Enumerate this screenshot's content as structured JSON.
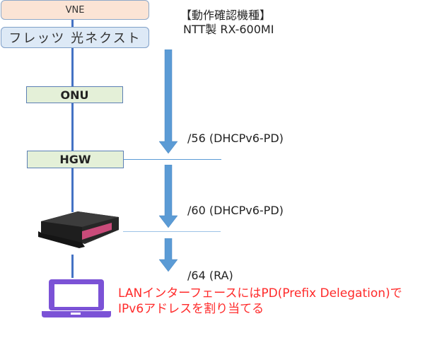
{
  "diagram": {
    "title_line1": "【動作確認機種】",
    "title_line2": "NTT製 RX-600MI",
    "nodes": {
      "vne": "VNE",
      "flets": "フレッツ 光ネクスト",
      "onu": "ONU",
      "hgw": "HGW",
      "router": "router-device-image",
      "pc": "laptop-icon"
    },
    "prefixes": [
      {
        "label": "/56 (DHCPv6-PD)"
      },
      {
        "label": "/60 (DHCPv6-PD)"
      },
      {
        "label": "/64 (RA)"
      }
    ],
    "note_line1": "LANインターフェースにはPD(Prefix Delegation)で",
    "note_line2": "IPv6アドレスを割り当てる",
    "colors": {
      "line": "#4472c4",
      "arrow": "#5b9bd5",
      "note": "#ff2a2a",
      "laptop": "#7b52d6",
      "vne_fill": "#fbe4d5",
      "flets_fill": "#dde9f6",
      "device_fill": "#e4f0d8"
    }
  }
}
